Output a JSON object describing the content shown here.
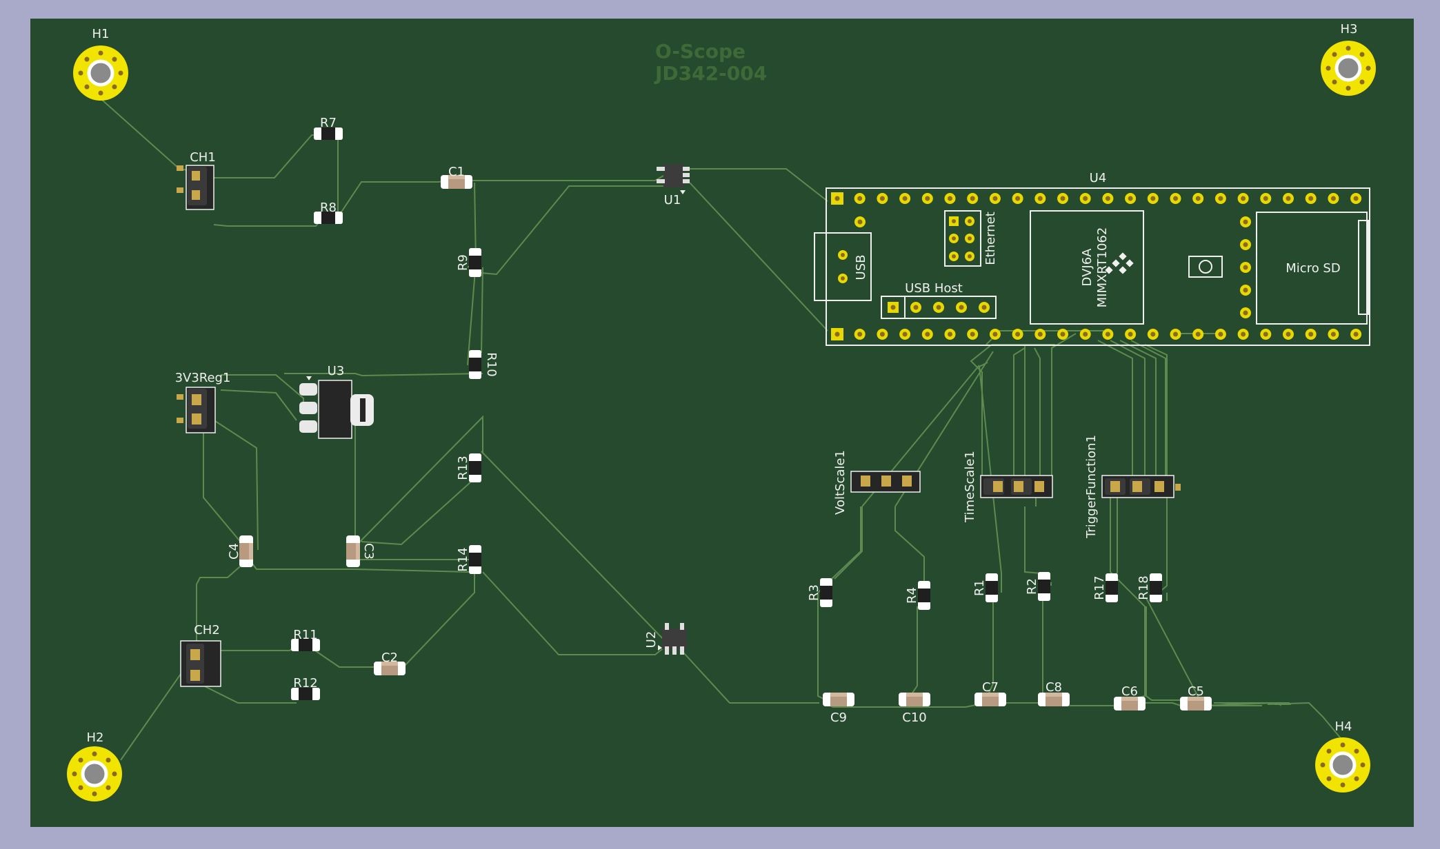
{
  "colors": {
    "background": "#a9a9c9",
    "board": "#264a2e",
    "trace": "#5f8a4e",
    "silk": "#f0f0f0",
    "pad_gold": "#c8a84a",
    "hole_ring": "#f0e400",
    "title_text": "#3f6a38"
  },
  "board_title": {
    "line1": "O-Scope",
    "line2": "JD342-004"
  },
  "mounting_holes": [
    {
      "ref": "H1"
    },
    {
      "ref": "H2"
    },
    {
      "ref": "H3"
    },
    {
      "ref": "H4"
    }
  ],
  "connectors": {
    "ch1": "CH1",
    "ch2": "CH2",
    "reg": "3V3Reg1",
    "volt": "VoltScale1",
    "time": "TimeScale1",
    "trigger": "TriggerFunction1"
  },
  "ics": {
    "u1": "U1",
    "u2": "U2",
    "u3": "U3"
  },
  "teensy": {
    "ref": "U4",
    "usb": "USB",
    "ethernet": "Ethernet",
    "usb_host": "USB Host",
    "chip_line1": "DVJ6A",
    "chip_line2": "MIMXRT1062",
    "micro_sd": "Micro SD"
  },
  "resistors": {
    "r1": "R1",
    "r2": "R2",
    "r3": "R3",
    "r4": "R4",
    "r7": "R7",
    "r8": "R8",
    "r9": "R9",
    "r10": "R10",
    "r11": "R11",
    "r12": "R12",
    "r13": "R13",
    "r14": "R14",
    "r17": "R17",
    "r18": "R18"
  },
  "capacitors": {
    "c1": "C1",
    "c2": "C2",
    "c3": "C3",
    "c4": "C4",
    "c5": "C5",
    "c6": "C6",
    "c7": "C7",
    "c8": "C8",
    "c9": "C9",
    "c10": "C10"
  }
}
